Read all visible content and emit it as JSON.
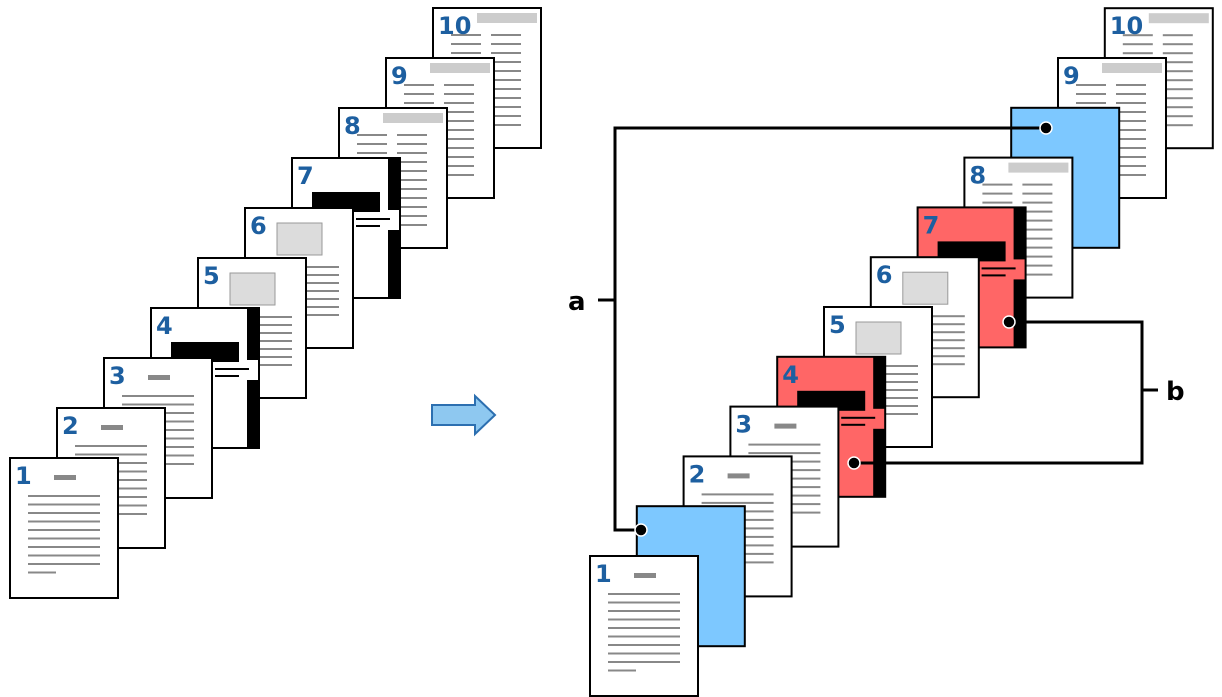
{
  "figure": {
    "before_label": "",
    "after_label": ""
  },
  "colors": {
    "page_number": "#1d5fa0",
    "inserted_sheet": "#7dc8ff",
    "chapter_sheet": "#ff6666",
    "text_line": "#888888",
    "header_bar": "#cccccc",
    "arrow_fill": "#8ec8f0",
    "arrow_stroke": "#2c6fb0"
  },
  "left_stack": {
    "pages": [
      {
        "number": "1",
        "content": "title-text"
      },
      {
        "number": "2",
        "content": "title-text"
      },
      {
        "number": "3",
        "content": "title-text"
      },
      {
        "number": "4",
        "content": "dark-banner"
      },
      {
        "number": "5",
        "content": "image-text"
      },
      {
        "number": "6",
        "content": "image-text"
      },
      {
        "number": "7",
        "content": "dark-banner"
      },
      {
        "number": "8",
        "content": "header-columns"
      },
      {
        "number": "9",
        "content": "header-columns"
      },
      {
        "number": "10",
        "content": "header-columns"
      }
    ]
  },
  "arrow": {
    "icon": "right-arrow-icon"
  },
  "right_stack": {
    "sheets": [
      {
        "number": "1",
        "kind": "page",
        "content": "title-text"
      },
      {
        "number": "",
        "kind": "inserted-blue"
      },
      {
        "number": "2",
        "kind": "page",
        "content": "title-text"
      },
      {
        "number": "3",
        "kind": "page",
        "content": "title-text"
      },
      {
        "number": "4",
        "kind": "page-red",
        "content": "dark-banner"
      },
      {
        "number": "5",
        "kind": "page",
        "content": "image-text"
      },
      {
        "number": "6",
        "kind": "page",
        "content": "image-text"
      },
      {
        "number": "7",
        "kind": "page-red",
        "content": "dark-banner"
      },
      {
        "number": "8",
        "kind": "page",
        "content": "header-columns"
      },
      {
        "number": "",
        "kind": "inserted-blue"
      },
      {
        "number": "9",
        "kind": "page",
        "content": "header-columns"
      },
      {
        "number": "10",
        "kind": "page",
        "content": "header-columns"
      }
    ]
  },
  "callouts": {
    "a": "a",
    "b": "b"
  }
}
